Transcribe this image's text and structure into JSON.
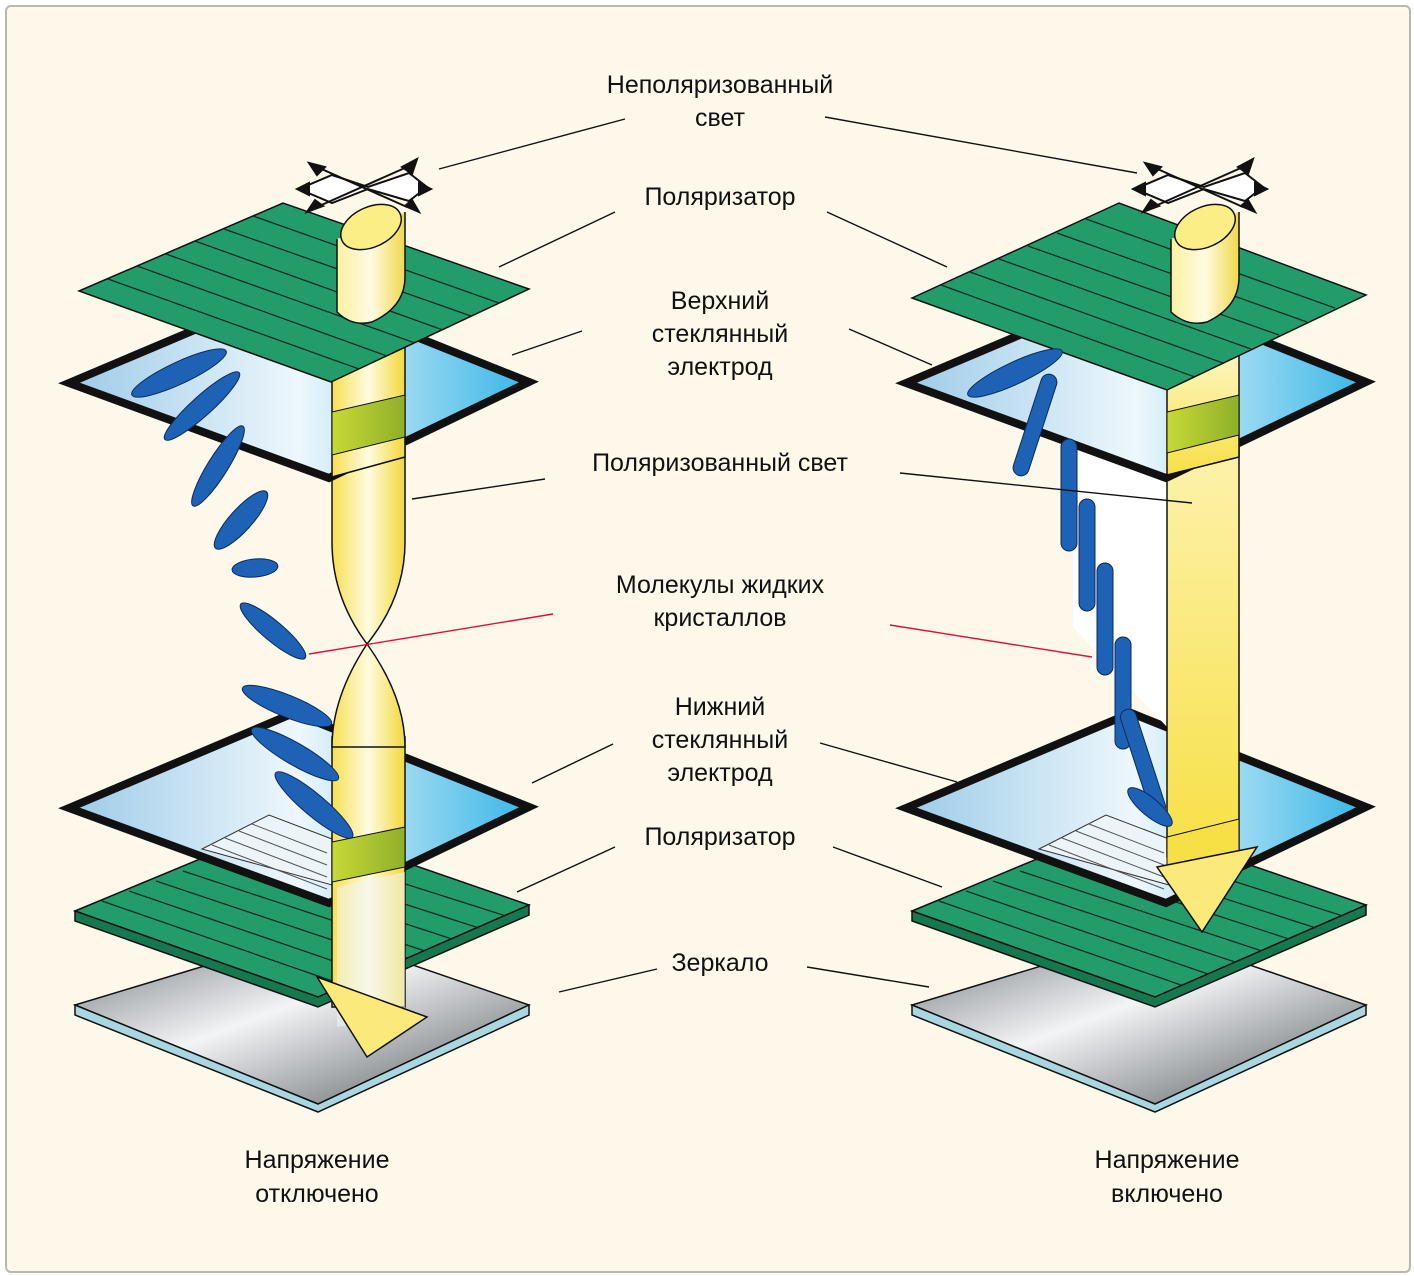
{
  "labels": {
    "unpolarized_light": "Неполяризованный\nсвет",
    "polarizer_top": "Поляризатор",
    "upper_electrode": "Верхний\nстеклянный\nэлектрод",
    "polarized_light": "Поляризованный свет",
    "lc_molecules": "Молекулы жидких\nкристаллов",
    "lower_electrode": "Нижний\nстеклянный\nэлектрод",
    "polarizer_bottom": "Поляризатор",
    "mirror": "Зеркало"
  },
  "captions": {
    "voltage_off": "Напряжение\nотключено",
    "voltage_on": "Напряжение\nвключено"
  },
  "colors": {
    "background": "#fdf8ea",
    "polarizer": "#22a070",
    "glass": "#bfe0f2",
    "light": "#fbe97a",
    "molecule": "#1f63b8",
    "mirror": "#b5b8bc",
    "leader": "#111111",
    "lc_leader": "#e0103a"
  }
}
